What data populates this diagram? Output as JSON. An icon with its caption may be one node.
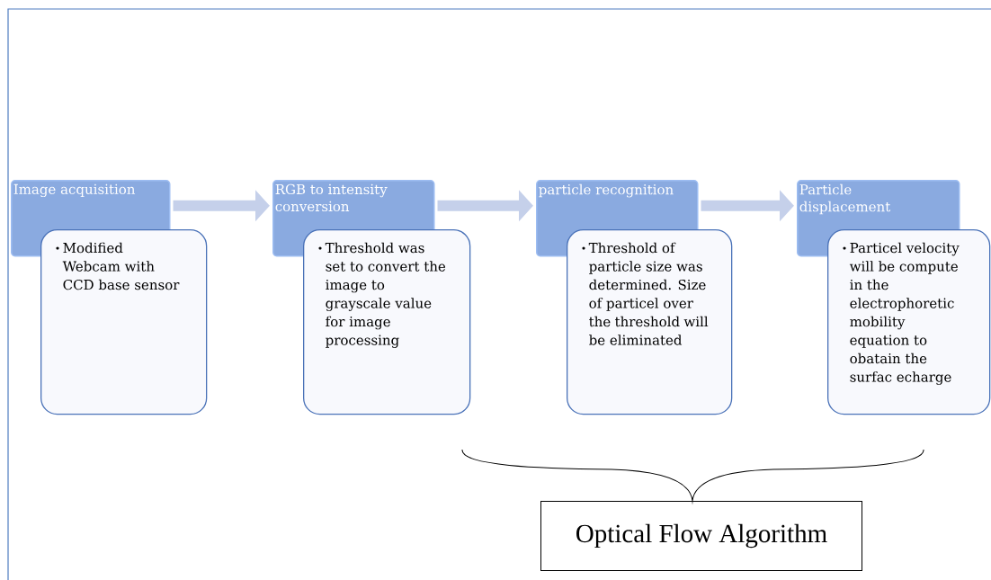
{
  "diagram": {
    "nodes": [
      {
        "text": [
          "Image acquisition"
        ]
      },
      {
        "text": [
          "Modified Webcam with CCD base sensor"
        ]
      },
      {
        "text": [
          "RGB to intensity conversion"
        ]
      },
      {
        "text": [
          "Threshold was set to convert the image to grayscale value for image processing"
        ]
      },
      {
        "text": [
          "particle recognition"
        ]
      },
      {
        "text": [
          "Threshold of particle size was determined. Size of particel over the threshold will be eliminated"
        ]
      },
      {
        "text": [
          "Particle displacement"
        ]
      },
      {
        "text": [
          "Particel velocity will be compute in the electrophoretic mobility equation to obatain the surfac echarge"
        ]
      },
      {
        "text": [
          "Optical Flow Algorithm"
        ]
      }
    ],
    "edges": [
      {
        "from": 0,
        "to": 2,
        "arrow": "to"
      },
      {
        "from": 2,
        "to": 4,
        "arrow": "to"
      },
      {
        "from": 4,
        "to": 6,
        "arrow": "to"
      }
    ]
  }
}
